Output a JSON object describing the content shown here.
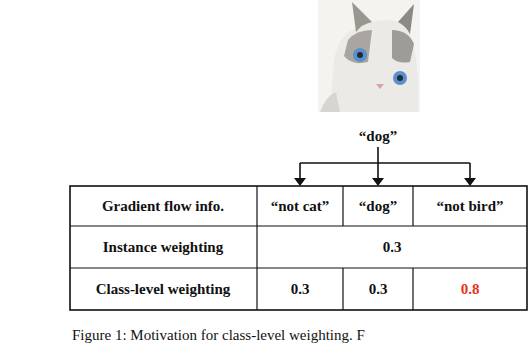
{
  "diagram": {
    "caption": "Figure 1: Motivation for class-level weighting. F",
    "labels": [
      "“dog”",
      "Gradient flow info.",
      "“not cat”",
      "“dog”",
      "“not bird”",
      "Instance weighting",
      "0.3",
      "Class-level weighting",
      "0.3",
      "0.3",
      "0.8"
    ]
  }
}
